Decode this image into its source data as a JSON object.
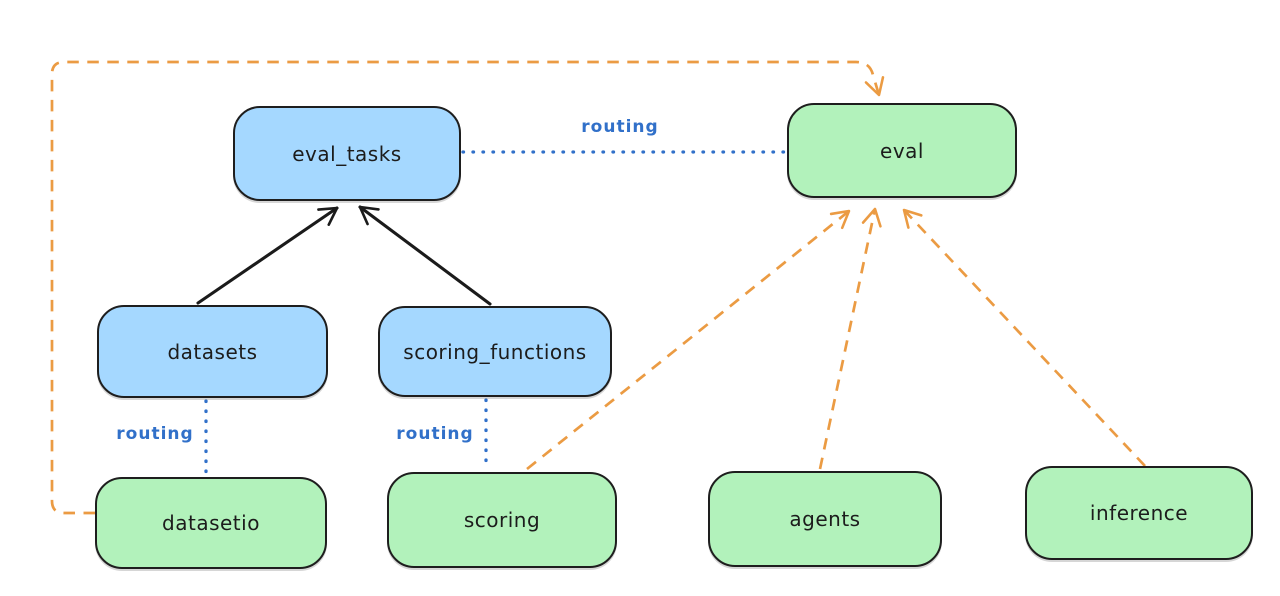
{
  "diagram": {
    "colors": {
      "background": "#ffffff",
      "blue_fill": "#a5d8ff",
      "green_fill": "#b2f2bb",
      "node_stroke": "#1e1e1e",
      "routing_blue": "#3170c9",
      "orange": "#eb9b43",
      "black": "#1b1b1b"
    },
    "nodes": [
      {
        "id": "eval_tasks",
        "label": "eval_tasks",
        "fill": "blue"
      },
      {
        "id": "eval",
        "label": "eval",
        "fill": "green"
      },
      {
        "id": "datasets",
        "label": "datasets",
        "fill": "blue"
      },
      {
        "id": "scoring_functions",
        "label": "scoring_functions",
        "fill": "blue"
      },
      {
        "id": "datasetio",
        "label": "datasetio",
        "fill": "green"
      },
      {
        "id": "scoring",
        "label": "scoring",
        "fill": "green"
      },
      {
        "id": "agents",
        "label": "agents",
        "fill": "green"
      },
      {
        "id": "inference",
        "label": "inference",
        "fill": "green"
      }
    ],
    "edges": [
      {
        "from": "datasets",
        "to": "eval_tasks",
        "style": "solid",
        "color": "black",
        "arrow": true,
        "label": ""
      },
      {
        "from": "scoring_functions",
        "to": "eval_tasks",
        "style": "solid",
        "color": "black",
        "arrow": true,
        "label": ""
      },
      {
        "from": "eval_tasks",
        "to": "eval",
        "style": "dotted",
        "color": "blue",
        "arrow": false,
        "label": "routing"
      },
      {
        "from": "datasets",
        "to": "datasetio",
        "style": "dotted",
        "color": "blue",
        "arrow": false,
        "label": "routing"
      },
      {
        "from": "scoring_functions",
        "to": "scoring",
        "style": "dotted",
        "color": "blue",
        "arrow": false,
        "label": "routing"
      },
      {
        "from": "datasetio",
        "to": "eval",
        "style": "dashed",
        "color": "orange",
        "arrow": true,
        "label": ""
      },
      {
        "from": "scoring",
        "to": "eval",
        "style": "dashed",
        "color": "orange",
        "arrow": true,
        "label": ""
      },
      {
        "from": "agents",
        "to": "eval",
        "style": "dashed",
        "color": "orange",
        "arrow": true,
        "label": ""
      },
      {
        "from": "inference",
        "to": "eval",
        "style": "dashed",
        "color": "orange",
        "arrow": true,
        "label": ""
      }
    ]
  }
}
